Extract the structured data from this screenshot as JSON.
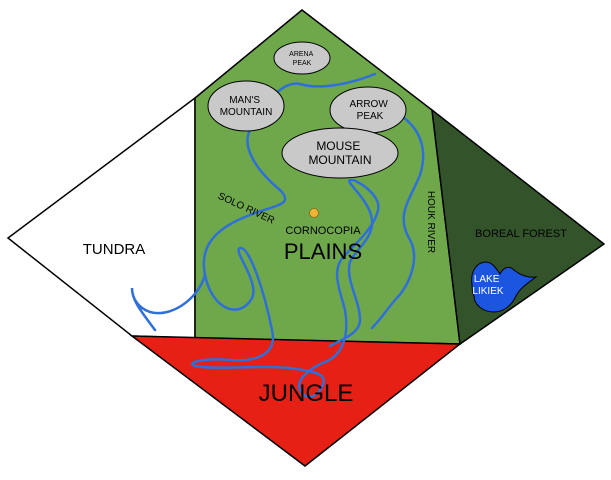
{
  "regions": {
    "tundra": "TUNDRA",
    "jungle": "JUNGLE",
    "plains": "PLAINS",
    "boreal_forest": "BOREAL FOREST"
  },
  "mountains": {
    "arena_peak": {
      "line1": "ARENA",
      "line2": "PEAK"
    },
    "mans_mountain": {
      "line1": "MAN'S",
      "line2": "MOUNTAIN"
    },
    "arrow_peak": {
      "line1": "ARROW",
      "line2": "PEAK"
    },
    "mouse_mountain": {
      "line1": "MOUSE",
      "line2": "MOUNTAIN"
    }
  },
  "rivers": {
    "solo_river": "SOLO RIVER",
    "houk_river": "HOUK RIVER"
  },
  "lake": {
    "line1": "LAKE",
    "line2": "LIKIEK"
  },
  "landmarks": {
    "cornucopia": "CORNOCOPIA"
  },
  "colors": {
    "tundra": "#ffffff",
    "plains": "#6fa84b",
    "boreal_forest": "#33542a",
    "jungle": "#e62014",
    "mountain": "#c9c9c9",
    "river": "#2f6fd9",
    "lake": "#1b55e0",
    "cornucopia": "#f2b233"
  }
}
